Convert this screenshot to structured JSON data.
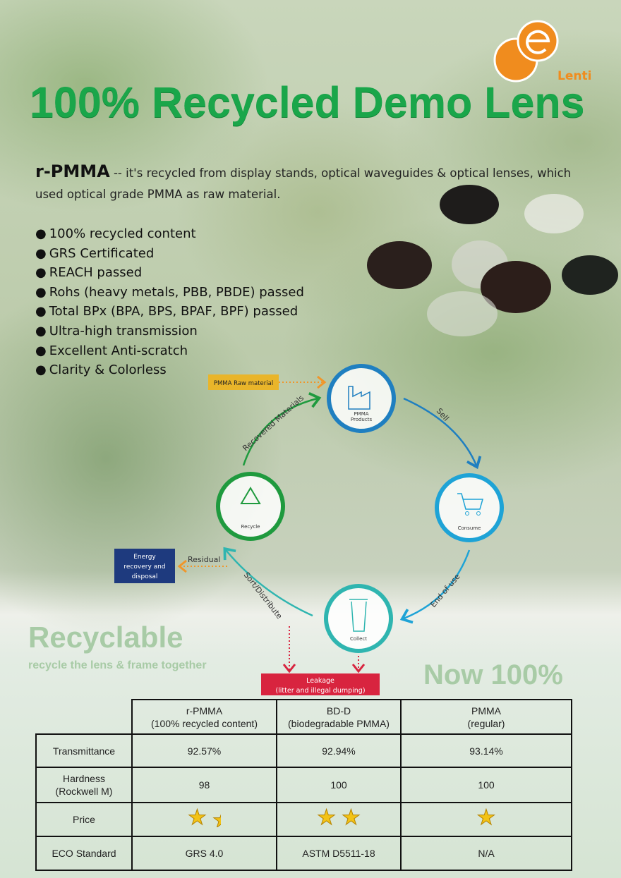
{
  "logo": {
    "brand": "Lenti"
  },
  "title": "100% Recycled Demo Lens",
  "intro": {
    "lead": "r-PMMA",
    "text": " -- it's recycled from display stands, optical waveguides & optical lenses, which used optical grade PMMA as raw material."
  },
  "features": [
    "100% recycled content",
    "GRS Certificated",
    "REACH passed",
    "Rohs (heavy metals, PBB, PBDE) passed",
    "Total BPx (BPA, BPS, BPAF, BPF) passed",
    "Ultra-high transmission",
    "Excellent Anti-scratch",
    "Clarity & Colorless"
  ],
  "watermark": {
    "line1": "Now 100%",
    "line2": "Recyclable",
    "line3": "recycle the lens & frame together"
  },
  "cycle": {
    "raw": "PMMA Raw material",
    "products": [
      "PMMA",
      "Products"
    ],
    "consume": "Consume",
    "collect": "Collect",
    "recycle": "Recycle",
    "sell": "Sell",
    "end_of_use": "End of use",
    "sort": "Sort/Distribute",
    "recovered": "Recovered Materials",
    "residual": "Residual",
    "energy": [
      "Energy",
      "recovery and",
      "disposal"
    ],
    "leakage": [
      "Leakage",
      "(litter and illegal dumping)"
    ],
    "colors": {
      "blue": "#1f7fc0",
      "cyan": "#1ea3d6",
      "teal": "#2fb5b0",
      "green": "#1f9a3e",
      "orange": "#f0962a",
      "red": "#d8243f",
      "navy": "#1e3a7e",
      "yellow": "#e9b52a"
    }
  },
  "table": {
    "columns": [
      {
        "name": "r-PMMA",
        "sub": "(100% recycled content)"
      },
      {
        "name": "BD-D",
        "sub": "(biodegradable PMMA)"
      },
      {
        "name": "PMMA",
        "sub": "(regular)"
      }
    ],
    "rows": [
      {
        "label": "Transmittance",
        "values": [
          "92.57%",
          "92.94%",
          "93.14%"
        ]
      },
      {
        "label": "Hardness",
        "label2": "(Rockwell M)",
        "values": [
          "98",
          "100",
          "100"
        ]
      },
      {
        "label": "Price",
        "stars": [
          1.5,
          2,
          1
        ]
      },
      {
        "label": "ECO Standard",
        "values": [
          "GRS 4.0",
          "ASTM D5511-18",
          "N/A"
        ]
      }
    ]
  }
}
